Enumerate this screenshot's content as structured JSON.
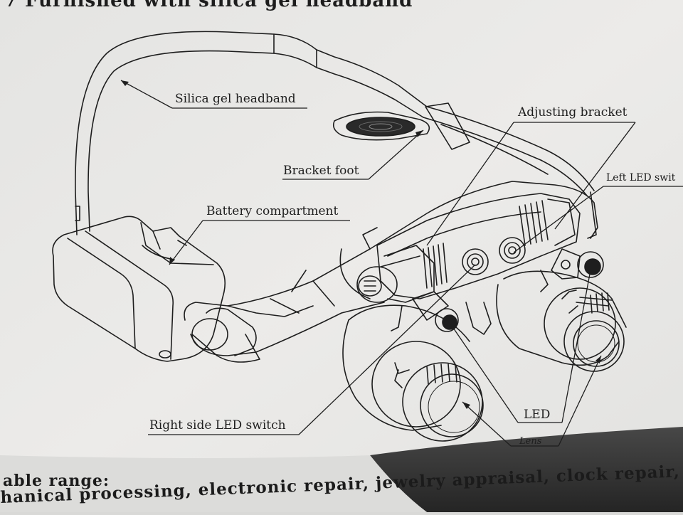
{
  "header": {
    "text": "7 Furnished with silica gel headband"
  },
  "labels": {
    "silica_gel_headband": "Silica gel headband",
    "adjusting_bracket": "Adjusting bracket",
    "left_led_switch": "Left LED swit",
    "bracket_foot": "Bracket foot",
    "battery_compartment": "Battery compartment",
    "right_side_led_switch": "Right side LED switch",
    "led": "LED",
    "lens": "Lens"
  },
  "footer": {
    "line1": "able range:",
    "line2": "hanical processing, electronic repair, jewelry appraisal, clock repair, re"
  },
  "colors": {
    "paper": "#e9e9e7",
    "ink": "#1e1e1e",
    "shadow": "#1f1f1f"
  }
}
